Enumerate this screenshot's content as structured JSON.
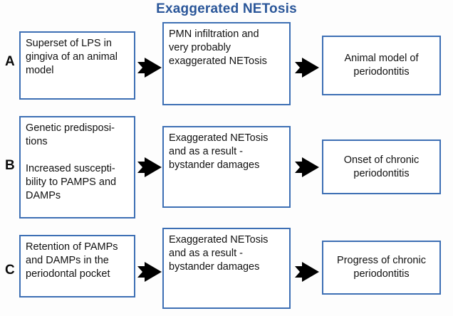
{
  "title": "Exaggerated NETosis",
  "colors": {
    "title": "#2a5699",
    "box_border": "#3d6fb4",
    "arrow": "#000000",
    "text": "#111111",
    "background": "#fdfdfd"
  },
  "rows": [
    {
      "label": "A",
      "stage1": {
        "lines": [
          "Superset of LPS in",
          "gingiva of an animal",
          "model"
        ],
        "text": "Superset of LPS in gingiva of an animal model"
      },
      "arrow1": "arrow-right-icon",
      "stage2": {
        "lines": [
          "PMN infiltration and",
          "very probably",
          "exaggerated NETosis"
        ],
        "text": "PMN infiltration and very probably exaggerated NETosis"
      },
      "arrow2": "arrow-right-icon",
      "stage3": {
        "lines": [
          "Animal model of",
          "periodontitis"
        ],
        "text": "Animal model of periodontitis"
      }
    },
    {
      "label": "B",
      "stage1": {
        "lines": [
          "Genetic predisposi-",
          "tions",
          "",
          "Increased suscepti-",
          "bility to PAMPS and",
          "DAMPs"
        ],
        "text": "Genetic predispositions  Increased susceptibility to PAMPS and DAMPs"
      },
      "arrow1": "arrow-right-icon",
      "stage2": {
        "lines": [
          "Exaggerated NETosis",
          "and as a result -",
          "bystander damages"
        ],
        "text": "Exaggerated NETosis and as a result - bystander damages"
      },
      "arrow2": "arrow-right-icon",
      "stage3": {
        "lines": [
          "Onset of chronic",
          "periodontitis"
        ],
        "text": "Onset of chronic periodontitis"
      }
    },
    {
      "label": "C",
      "stage1": {
        "lines": [
          "Retention of PAMPs",
          "and DAMPs in the",
          "periodontal pocket"
        ],
        "text": "Retention of PAMPs and DAMPs in the periodontal pocket"
      },
      "arrow1": "arrow-right-icon",
      "stage2": {
        "lines": [
          "Exaggerated NETosis",
          "and as a result -",
          "bystander damages"
        ],
        "text": "Exaggerated NETosis and as a result - bystander damages"
      },
      "arrow2": "arrow-right-icon",
      "stage3": {
        "lines": [
          "Progress of chronic",
          "periodontitis"
        ],
        "text": "Progress of chronic periodontitis"
      }
    }
  ]
}
